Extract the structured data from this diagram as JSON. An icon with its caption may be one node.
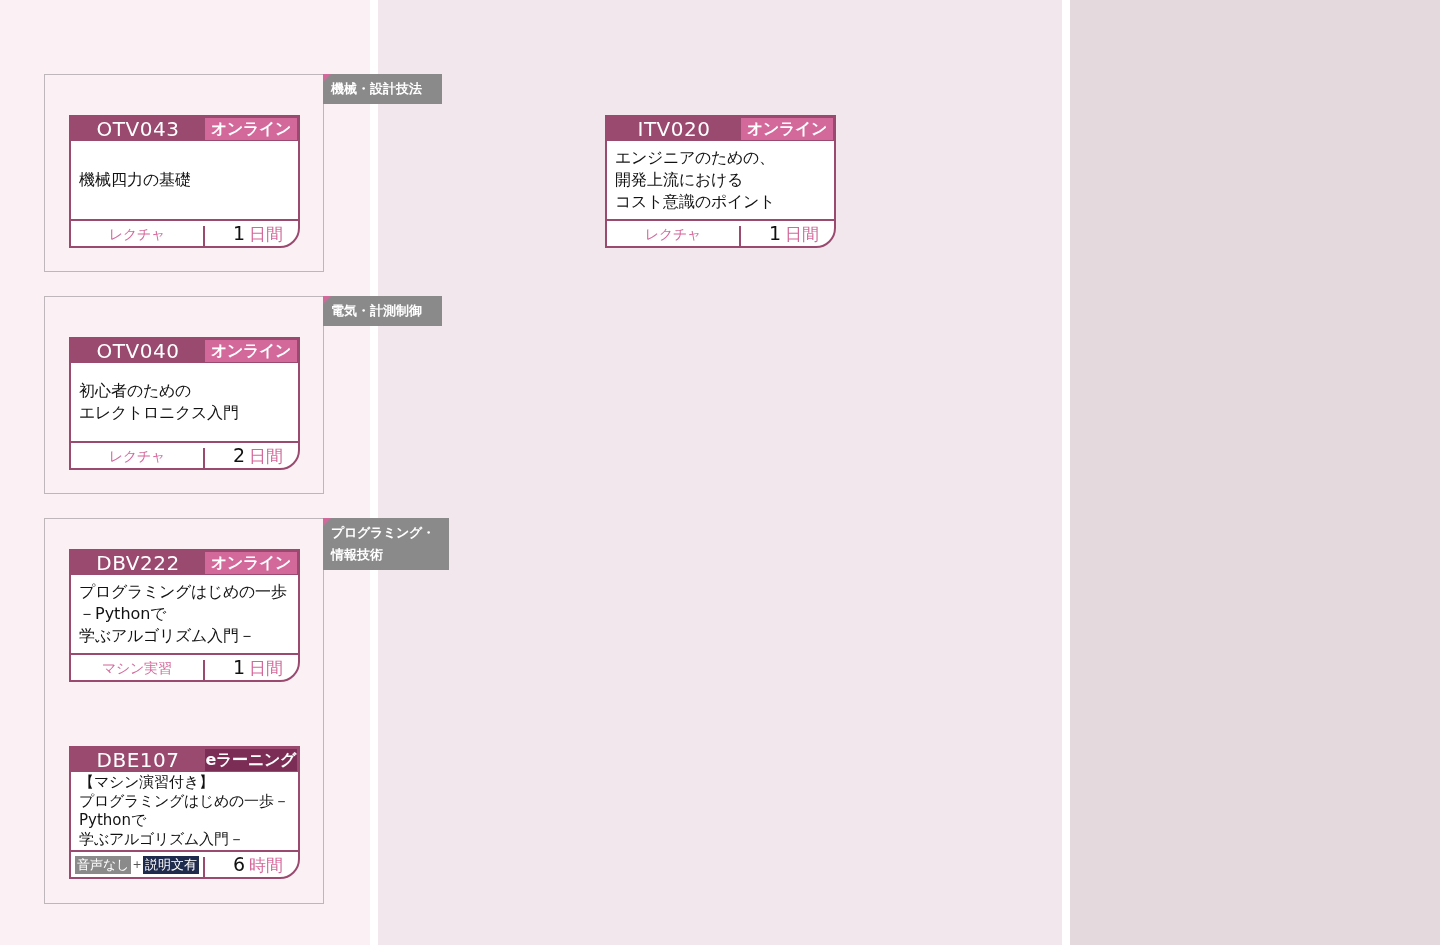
{
  "diagram": {
    "nodes": [
      {
        "text": [
          "機械・設計技法"
        ]
      },
      {
        "text": [
          "OTV043",
          "オンライン",
          "機械四力の基礎",
          "レクチャ",
          "1",
          "日間"
        ],
        "in": 0
      },
      {
        "text": [
          "電気・計測制御"
        ]
      },
      {
        "text": [
          "OTV040",
          "オンライン",
          "初心者のためのエレクトロニクス入門",
          "レクチャ",
          "2",
          "日間"
        ],
        "in": 2
      },
      {
        "text": [
          "プログラミング・情報技術"
        ]
      },
      {
        "text": [
          "DBV222",
          "オンライン",
          "プログラミングはじめの一歩－Pythonで学ぶアルゴリズム入門－",
          "マシン実習",
          "1",
          "日間"
        ],
        "in": 4
      },
      {
        "text": [
          "DBE107",
          "eラーニング",
          "【マシン演習付き】プログラミングはじめの一歩－Pythonで学ぶアルゴリズム入門－",
          "音声なし",
          "+",
          "説明文有",
          "6",
          "時間"
        ],
        "in": 4
      },
      {
        "text": [
          "ITV020",
          "オンライン",
          "エンジニアのための、開発上流におけるコスト意識のポイント",
          "レクチャ",
          "1",
          "日間"
        ]
      }
    ]
  }
}
